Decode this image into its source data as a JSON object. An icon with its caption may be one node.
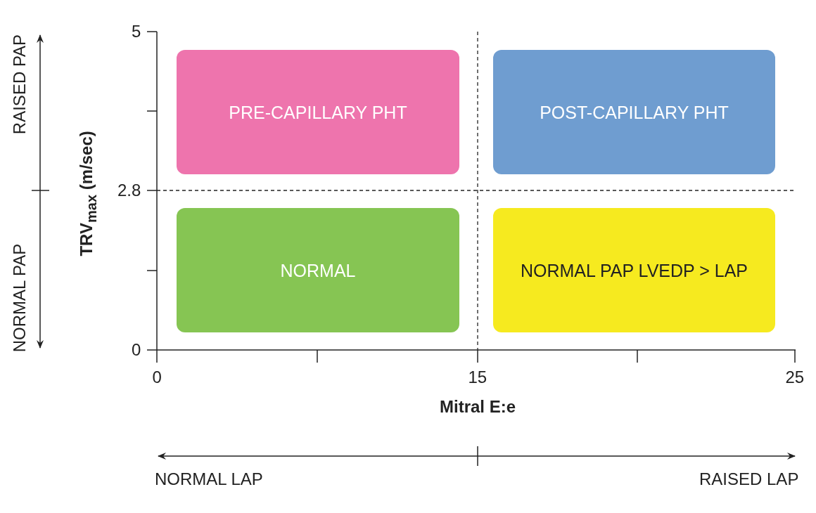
{
  "diagram": {
    "nodes": [
      {
        "text": [
          "PRE-CAPILLARY PHT"
        ]
      },
      {
        "text": [
          "POST-CAPILLARY PHT"
        ]
      },
      {
        "text": [
          "NORMAL"
        ]
      },
      {
        "text": [
          "NORMAL PAP LVEDP > LAP"
        ]
      }
    ],
    "edges": [],
    "labels": [
      "RAISED PAP",
      "5",
      "TRV$_{max}$ (m/sec)",
      "2.8",
      "NORMAL PAP",
      "0",
      "0",
      "15",
      "25",
      "Mitral E:e",
      "NORMAL LAP",
      "RAISED LAP"
    ]
  }
}
